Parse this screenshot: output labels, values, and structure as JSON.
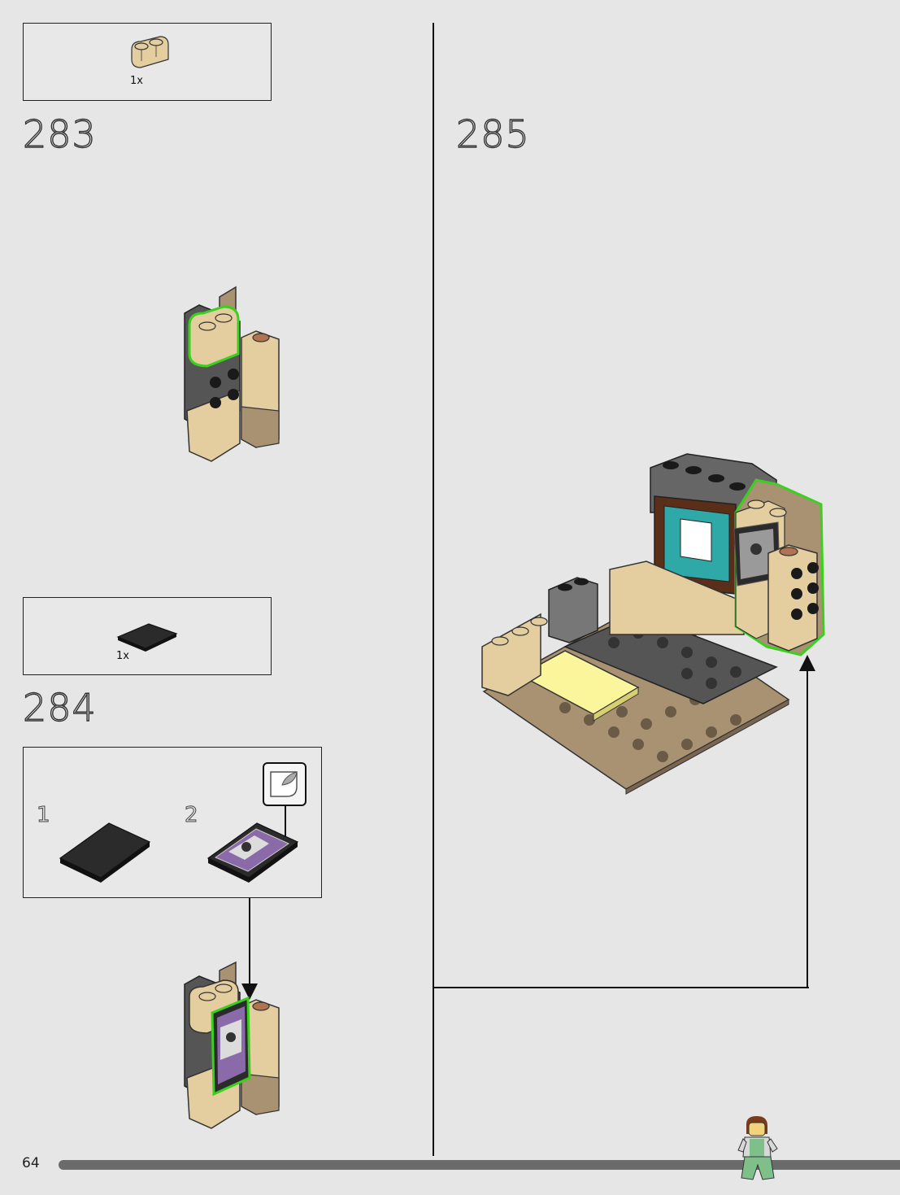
{
  "steps": {
    "s283": {
      "number": "283",
      "parts_qty": "1x"
    },
    "s284": {
      "number": "284",
      "parts_qty": "1x",
      "sub_1": "1",
      "sub_2": "2"
    },
    "s285": {
      "number": "285"
    }
  },
  "footer": {
    "page_number": "64"
  },
  "colors": {
    "background": "#e6e6e6",
    "tan": "#e4cd9e",
    "dark_gray": "#555555",
    "highlight": "#39d11e",
    "black": "#1a1a1a",
    "dark_tan": "#a89272",
    "teal": "#2fa8a8",
    "bright_yellow": "#fbf59c"
  },
  "icons": [
    "brick-1x2-curved-tan-icon",
    "tile-2x3-black-icon",
    "sticker-icon",
    "minifigure-icon"
  ]
}
